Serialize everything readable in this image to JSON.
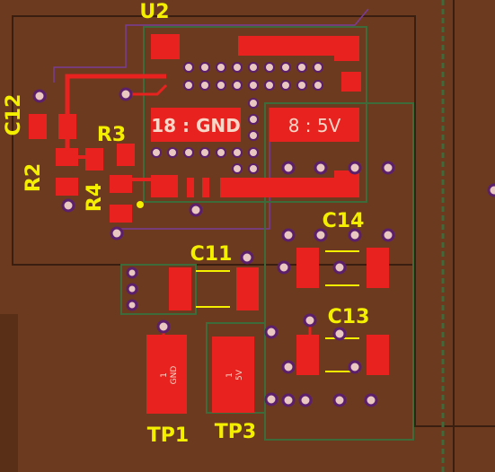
{
  "colors": {
    "board": "#6b3a1f",
    "board_dark": "#5a2f18",
    "copper": "#e8231f",
    "silk": "#f4ee00",
    "outline": "#3d6b3a",
    "via_ring": "#5c1f6b",
    "trace_purple": "#7a3c99"
  },
  "labels": {
    "u2": "U2",
    "c12": "C12",
    "r2": "R2",
    "r3": "R3",
    "r4": "R4",
    "c11": "C11",
    "c13": "C13",
    "c14": "C14",
    "tp1": "TP1",
    "tp3": "TP3"
  },
  "pads": {
    "gnd_pad": "18 : GND",
    "v5_pad": "8 : 5V",
    "tp1_pin": "1",
    "tp1_net": "GND",
    "tp3_pin": "1",
    "tp3_net": "5V"
  }
}
